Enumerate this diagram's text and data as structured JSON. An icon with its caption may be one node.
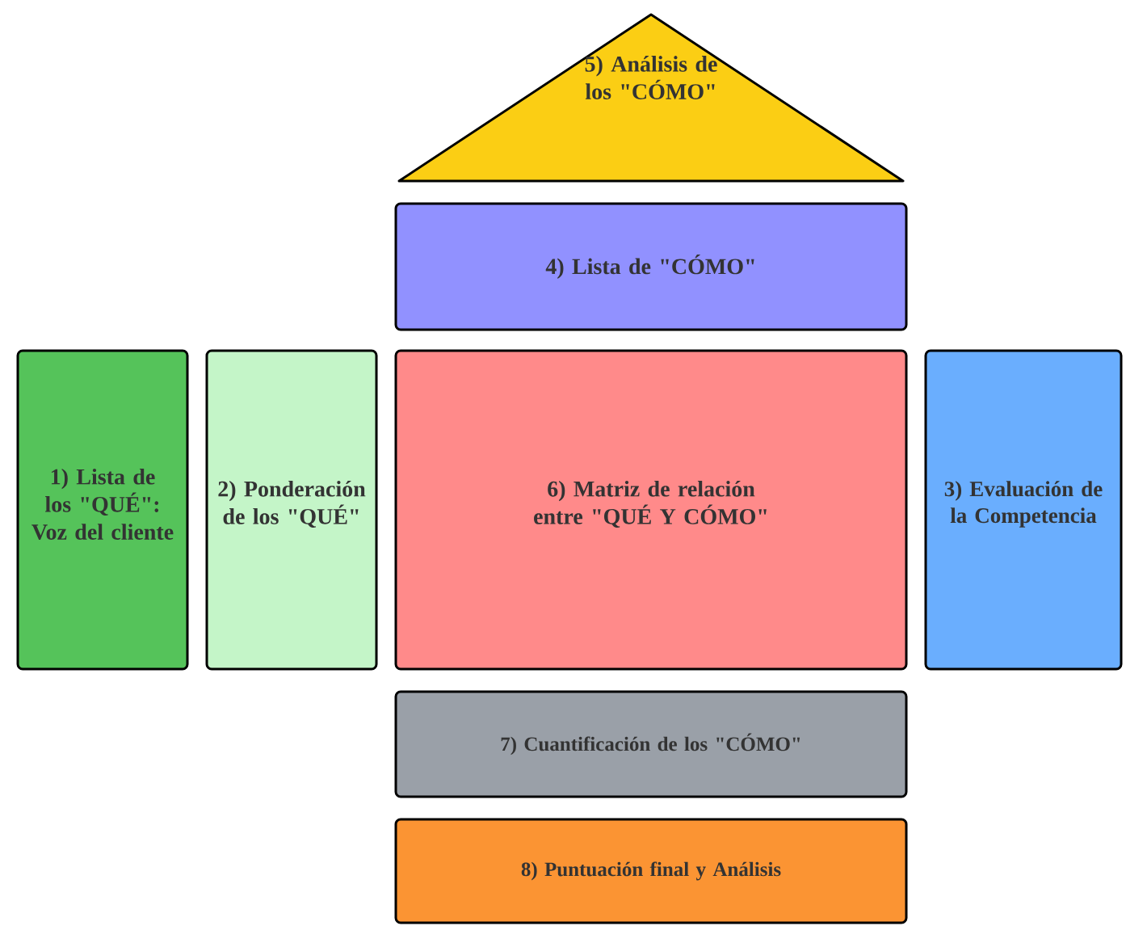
{
  "diagram": {
    "nodes": [
      {
        "text": [
          "5) Análisis de los \"CÓMO\""
        ]
      },
      {
        "text": [
          "4) Lista de \"CÓMO\""
        ]
      },
      {
        "text": [
          "1) Lista de los \"QUÉ\": Voz del cliente"
        ]
      },
      {
        "text": [
          "2) Ponderación de los \"QUÉ\""
        ]
      },
      {
        "text": [
          "6) Matriz de relación entre \"QUÉ Y CÓMO\""
        ]
      },
      {
        "text": [
          "3) Evaluación de la Competencia"
        ]
      },
      {
        "text": [
          "7) Cuantificación de los \"CÓMO\""
        ]
      },
      {
        "text": [
          "8) Puntuación final y Análisis"
        ]
      }
    ]
  }
}
